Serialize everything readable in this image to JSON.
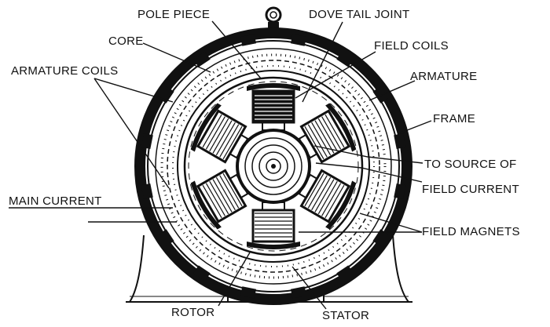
{
  "diagram": {
    "labels": {
      "pole_piece": "POLE PIECE",
      "dove_tail_joint": "DOVE TAIL JOINT",
      "core": "CORE",
      "field_coils": "FIELD COILS",
      "armature_coils": "ARMATURE COILS",
      "armature": "ARMATURE",
      "frame": "FRAME",
      "to_source_of": "TO SOURCE OF",
      "field_current": "FIELD CURRENT",
      "main_current": "MAIN CURRENT",
      "field_magnets": "FIELD MAGNETS",
      "rotor": "ROTOR",
      "stator": "STATOR"
    }
  }
}
